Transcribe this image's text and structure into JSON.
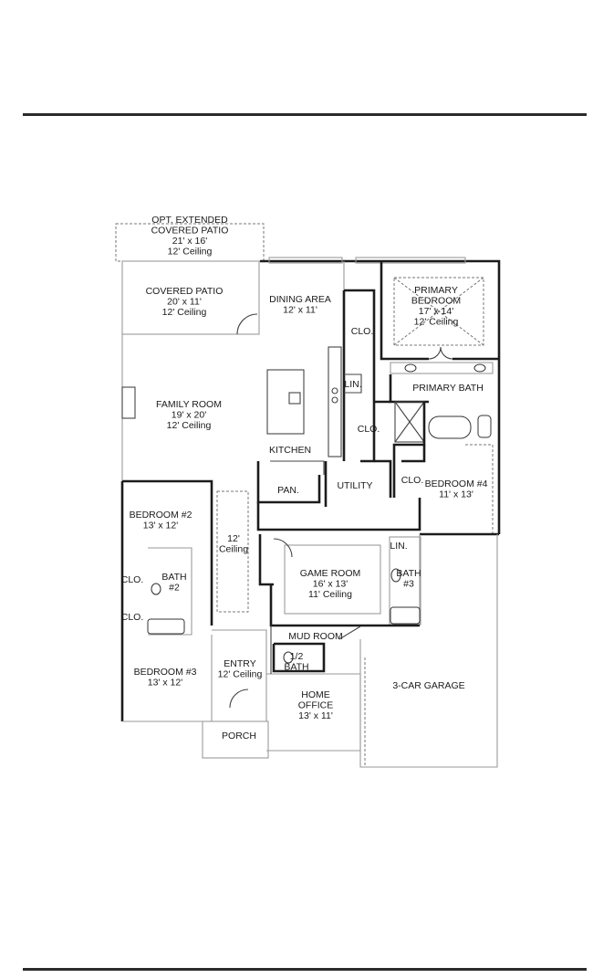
{
  "plan": {
    "rooms": [
      {
        "id": "ext-patio",
        "lines": [
          "OPT. EXTENDED",
          "COVERED PATIO",
          "21' x 16'",
          "12' Ceiling"
        ]
      },
      {
        "id": "patio",
        "lines": [
          "COVERED PATIO",
          "20' x 11'",
          "12' Ceiling"
        ]
      },
      {
        "id": "dining",
        "lines": [
          "DINING AREA",
          "12' x 11'"
        ]
      },
      {
        "id": "primary-bed",
        "lines": [
          "PRIMARY",
          "BEDROOM",
          "17' x 14'",
          "12' Ceiling"
        ]
      },
      {
        "id": "clo-a",
        "lines": [
          "CLO."
        ]
      },
      {
        "id": "lin-a",
        "lines": [
          "LIN."
        ]
      },
      {
        "id": "primary-bath",
        "lines": [
          "PRIMARY BATH"
        ]
      },
      {
        "id": "family",
        "lines": [
          "FAMILY ROOM",
          "19' x 20'",
          "12' Ceiling"
        ]
      },
      {
        "id": "clo-b",
        "lines": [
          "CLO."
        ]
      },
      {
        "id": "kitchen",
        "lines": [
          "KITCHEN"
        ]
      },
      {
        "id": "pantry",
        "lines": [
          "PAN."
        ]
      },
      {
        "id": "utility",
        "lines": [
          "UTILITY"
        ]
      },
      {
        "id": "clo-c",
        "lines": [
          "CLO."
        ]
      },
      {
        "id": "bed4",
        "lines": [
          "BEDROOM #4",
          "11' x 13'"
        ]
      },
      {
        "id": "bed2",
        "lines": [
          "BEDROOM #2",
          "13' x 12'"
        ]
      },
      {
        "id": "hall-ceiling",
        "lines": [
          "12'",
          "Ceiling"
        ]
      },
      {
        "id": "lin-b",
        "lines": [
          "LIN."
        ]
      },
      {
        "id": "clo-d",
        "lines": [
          "CLO."
        ]
      },
      {
        "id": "bath2",
        "lines": [
          "BATH",
          "#2"
        ]
      },
      {
        "id": "game",
        "lines": [
          "GAME ROOM",
          "16' x 13'",
          "11' Ceiling"
        ]
      },
      {
        "id": "bath3",
        "lines": [
          "BATH",
          "#3"
        ]
      },
      {
        "id": "clo-e",
        "lines": [
          "CLO."
        ]
      },
      {
        "id": "mud",
        "lines": [
          "MUD ROOM"
        ]
      },
      {
        "id": "half-bath",
        "lines": [
          "1/2",
          "BATH"
        ]
      },
      {
        "id": "bed3",
        "lines": [
          "BEDROOM #3",
          "13' x 12'"
        ]
      },
      {
        "id": "entry",
        "lines": [
          "ENTRY",
          "12' Ceiling"
        ]
      },
      {
        "id": "garage",
        "lines": [
          "3-CAR GARAGE"
        ]
      },
      {
        "id": "office",
        "lines": [
          "HOME",
          "OFFICE",
          "13' x 11'"
        ]
      },
      {
        "id": "porch",
        "lines": [
          "PORCH"
        ]
      }
    ]
  }
}
